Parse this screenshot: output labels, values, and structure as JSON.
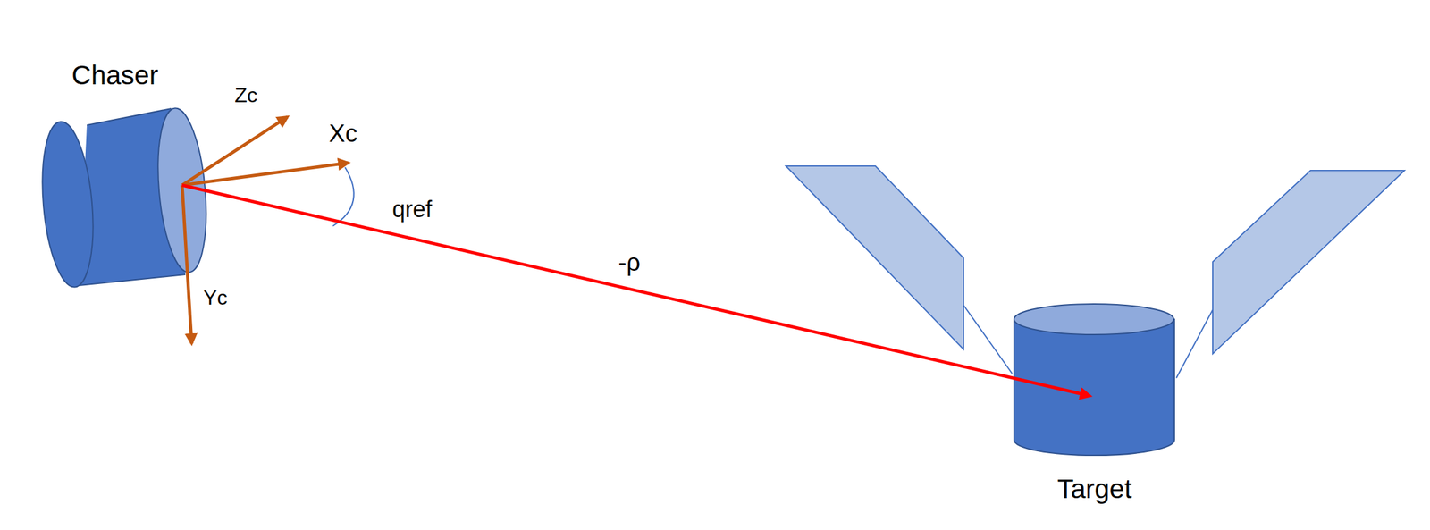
{
  "diagram": {
    "labels": [
      "Chaser",
      "Zc",
      "Xc",
      "qref",
      "Yc",
      "-ρ",
      "Target"
    ]
  }
}
